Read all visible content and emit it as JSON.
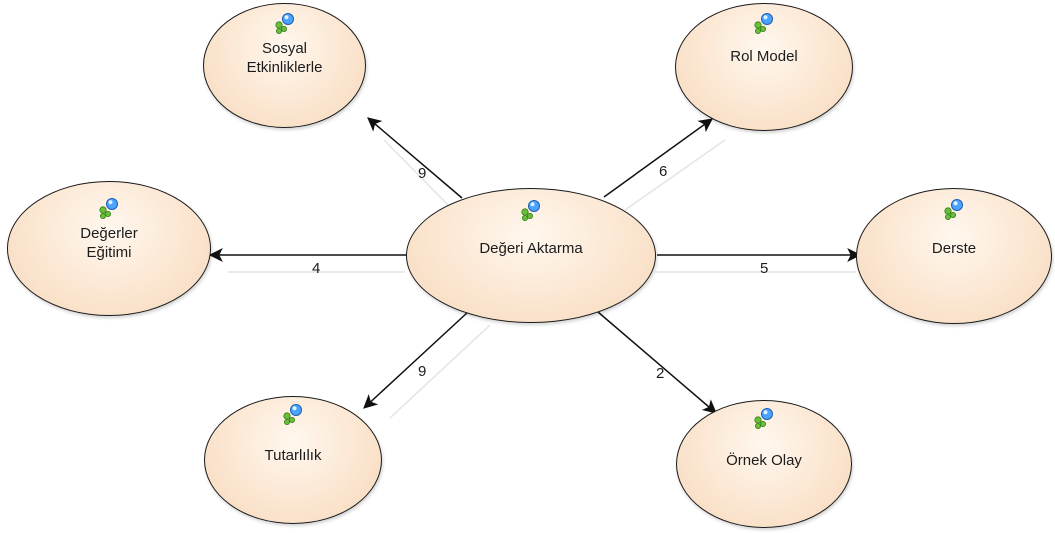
{
  "diagram": {
    "icon": "concept-bubbles-icon",
    "center": {
      "label": "Değeri Aktarma"
    },
    "nodes": [
      {
        "id": "sosyal",
        "label": "Sosyal\nEtkinliklerle"
      },
      {
        "id": "rol",
        "label": "Rol Model"
      },
      {
        "id": "degerler",
        "label": "Değerler\nEğitimi"
      },
      {
        "id": "derste",
        "label": "Derste"
      },
      {
        "id": "tutarlilik",
        "label": "Tutarlılık"
      },
      {
        "id": "ornek",
        "label": "Örnek Olay"
      }
    ],
    "edges": [
      {
        "to": "sosyal",
        "weight": "9"
      },
      {
        "to": "rol",
        "weight": "6"
      },
      {
        "to": "degerler",
        "weight": "4"
      },
      {
        "to": "derste",
        "weight": "5"
      },
      {
        "to": "tutarlilik",
        "weight": "9"
      },
      {
        "to": "ornek",
        "weight": "2"
      }
    ],
    "colors": {
      "node_fill": "#fbe6d1",
      "node_border": "#1a1a1a",
      "edge": "#111111"
    }
  }
}
